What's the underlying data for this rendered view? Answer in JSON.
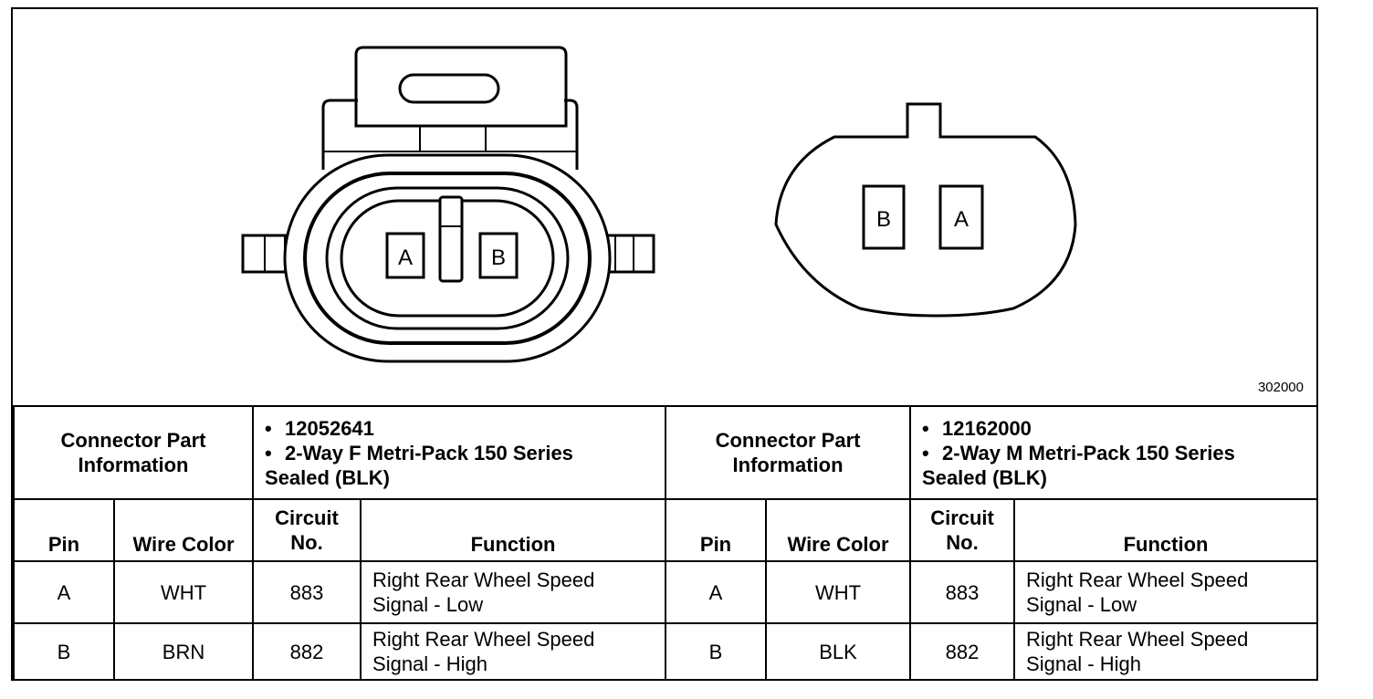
{
  "figure_id": "302000",
  "left_connector": {
    "pin_labels": [
      "A",
      "B"
    ],
    "info_label": "Connector Part Information",
    "part_number": "12052641",
    "description_line1": "2-Way F Metri-Pack 150 Series",
    "description_line2": "Sealed (BLK)"
  },
  "right_connector": {
    "pin_labels": [
      "B",
      "A"
    ],
    "info_label": "Connector Part Information",
    "part_number": "12162000",
    "description_line1": "2-Way M Metri-Pack 150 Series",
    "description_line2": "Sealed (BLK)"
  },
  "headers": {
    "pin": "Pin",
    "wire_color": "Wire Color",
    "circuit_line1": "Circuit",
    "circuit_line2": "No.",
    "function": "Function"
  },
  "left_rows": [
    {
      "pin": "A",
      "wire_color": "WHT",
      "circuit": "883",
      "function_line1": "Right Rear Wheel Speed",
      "function_line2": "Signal - Low"
    },
    {
      "pin": "B",
      "wire_color": "BRN",
      "circuit": "882",
      "function_line1": "Right Rear Wheel Speed",
      "function_line2": "Signal - High"
    }
  ],
  "right_rows": [
    {
      "pin": "A",
      "wire_color": "WHT",
      "circuit": "883",
      "function_line1": "Right Rear Wheel Speed",
      "function_line2": "Signal - Low"
    },
    {
      "pin": "B",
      "wire_color": "BLK",
      "circuit": "882",
      "function_line1": "Right Rear Wheel Speed",
      "function_line2": "Signal - High"
    }
  ]
}
